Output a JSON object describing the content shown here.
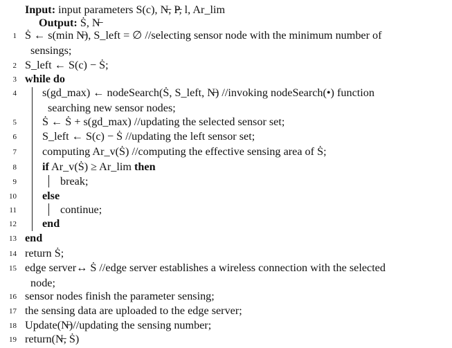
{
  "header": {
    "input_label": "Input:",
    "input_text": "input parameters S(c), N̶, P̶, l, Ar_lim",
    "output_label": "Output:",
    "output_text": "Ṡ, N̶"
  },
  "lines": [
    {
      "n": "1",
      "text": "Ṡ ← s(min N̶), S_left = ∅ //selecting sensor node with the minimum number of",
      "cont": "sensings;"
    },
    {
      "n": "2",
      "text": "S_left ← S(c) − Ṡ;"
    },
    {
      "n": "3",
      "kw": "while do"
    },
    {
      "n": "4",
      "text": "s(gd_max) ← nodeSearch(Ṡ, S_left, N̶) //invoking nodeSearch(•) function",
      "cont": "searching new sensor nodes;"
    },
    {
      "n": "5",
      "text": "Ṡ ← Ṡ + s(gd_max) //updating the selected sensor set;"
    },
    {
      "n": "6",
      "text": "S_left ← S(c) − Ṡ //updating the left sensor set;"
    },
    {
      "n": "7",
      "text": "computing Ar_v(Ṡ) //computing the effective sensing area of Ṡ;"
    },
    {
      "n": "8",
      "kw_if": "if",
      "text": "Ar_v(Ṡ) ≥ Ar_lim",
      "kw_then": "then"
    },
    {
      "n": "9",
      "text": "break;"
    },
    {
      "n": "10",
      "kw": "else"
    },
    {
      "n": "11",
      "text": "continue;"
    },
    {
      "n": "12",
      "kw": "end"
    },
    {
      "n": "13",
      "kw": "end"
    },
    {
      "n": "14",
      "text": "return Ṡ;"
    },
    {
      "n": "15",
      "text": "edge server↔ Ṡ //edge server establishes a wireless connection with the selected",
      "cont": "node;"
    },
    {
      "n": "16",
      "text": "sensor nodes finish the parameter sensing;"
    },
    {
      "n": "17",
      "text": "the sensing data are uploaded to the edge server;"
    },
    {
      "n": "18",
      "text": "Update(N̶)//updating the sensing number;"
    },
    {
      "n": "19",
      "text": "return(N̶, Ṡ)"
    }
  ]
}
